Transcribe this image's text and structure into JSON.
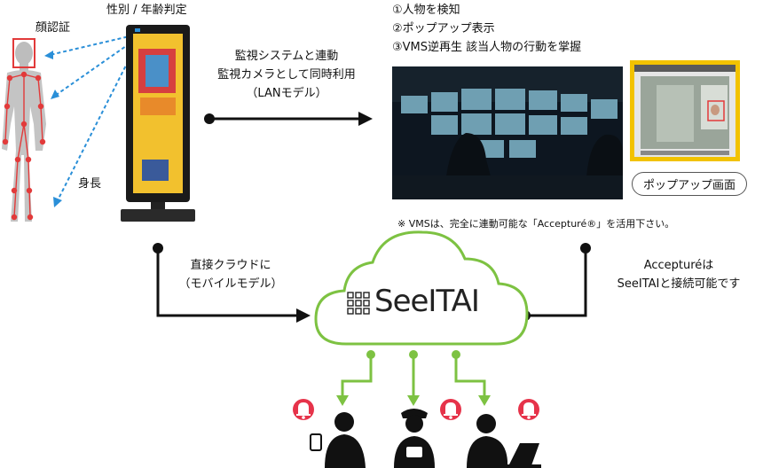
{
  "labels": {
    "face_auth": "顔認証",
    "gender_age": "性別 / 年齢判定",
    "height": "身長",
    "vms_link_1": "監視システムと連動",
    "vms_link_2": "監視カメラとして同時利用",
    "vms_link_3": "（LANモデル）",
    "steps": [
      "①人物を検知",
      "②ポップアップ表示",
      "③VMS逆再生 該当人物の行動を掌握"
    ],
    "popup_screen": "ポップアップ画面",
    "vms_note": "※ VMSは、完全に連動可能な「Accepturé®」を活用下さい。",
    "cloud_direct_1": "直接クラウドに",
    "cloud_direct_2": "（モバイルモデル）",
    "accepture_1": "Accepturéは",
    "accepture_2": "SeeITAIと接続可能です",
    "brand": "SeeITAI"
  },
  "colors": {
    "accent_green": "#7dc242",
    "alert_red": "#e6334a",
    "dash_blue": "#2a8fd8",
    "face_box": "#e23a3a",
    "popup_border": "#f2c200"
  }
}
